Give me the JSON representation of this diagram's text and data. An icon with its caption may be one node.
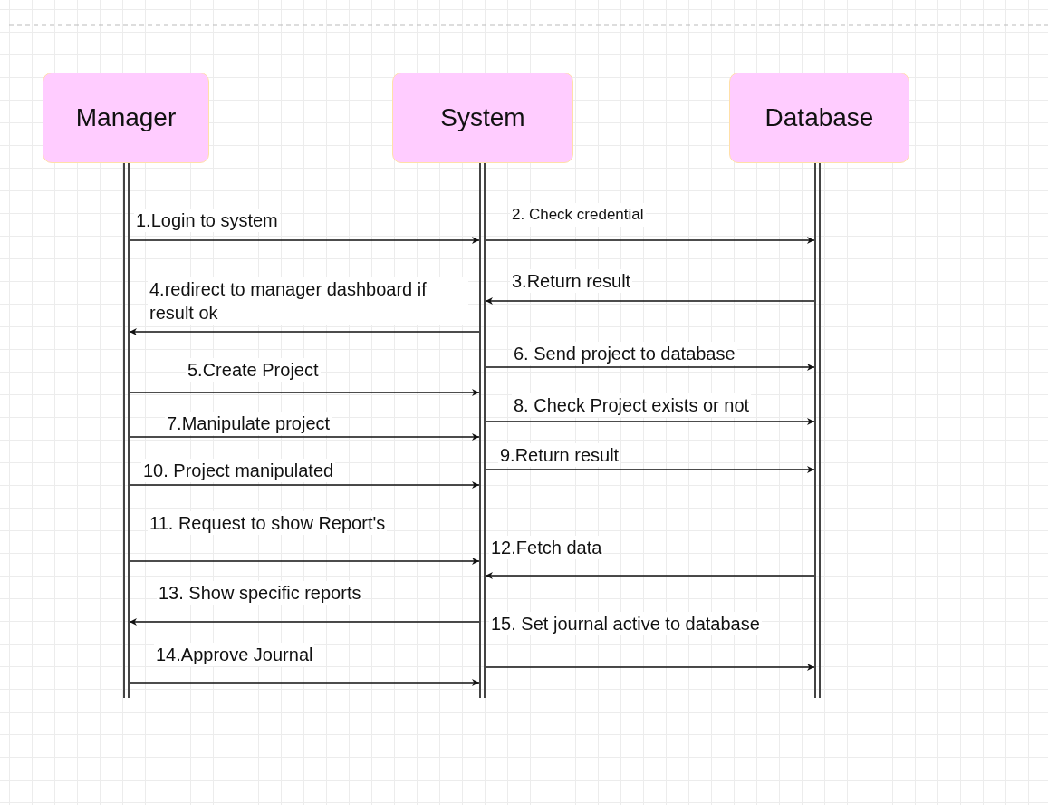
{
  "diagram": {
    "nodes": [
      {
        "text": [
          "Manager"
        ]
      },
      {
        "text": [
          "System"
        ]
      },
      {
        "text": [
          "Database"
        ]
      },
      {
        "text": [],
        "shape": "bar"
      },
      {
        "text": [],
        "shape": "bar"
      },
      {
        "text": [],
        "shape": "bar"
      }
    ],
    "edges": [
      {
        "from": 3,
        "to": 4,
        "arrow": "to",
        "label": "1.Login to system"
      },
      {
        "from": 4,
        "to": 5,
        "arrow": "to",
        "label": "2. Check credential"
      },
      {
        "from": 5,
        "to": 4,
        "arrow": "to",
        "label": "3.Return result"
      },
      {
        "from": 4,
        "to": 3,
        "arrow": "to",
        "label": "4.redirect to manager dashboard if result ok"
      },
      {
        "from": 3,
        "to": 4,
        "arrow": "to",
        "label": "5.Create Project"
      },
      {
        "from": 4,
        "to": 5,
        "arrow": "to",
        "label": "6. Send project to database"
      },
      {
        "from": 3,
        "to": 4,
        "arrow": "to",
        "label": "7.Manipulate project"
      },
      {
        "from": 4,
        "to": 5,
        "arrow": "to",
        "label": "8. Check Project exists or not"
      },
      {
        "from": 4,
        "to": 5,
        "arrow": "to",
        "label": "9.Return result"
      },
      {
        "from": 3,
        "to": 4,
        "arrow": "to",
        "label": "10. Project manipulated"
      },
      {
        "from": 3,
        "to": 4,
        "arrow": "to",
        "label": "11. Request to show Report's"
      },
      {
        "from": 5,
        "to": 4,
        "arrow": "to",
        "label": "12.Fetch data"
      },
      {
        "from": 4,
        "to": 3,
        "arrow": "to",
        "label": "13. Show specific reports"
      },
      {
        "from": 3,
        "to": 4,
        "arrow": "to",
        "label": "14.Approve Journal"
      },
      {
        "from": 4,
        "to": 5,
        "arrow": "to",
        "label": "15. Set journal active to database"
      }
    ]
  }
}
